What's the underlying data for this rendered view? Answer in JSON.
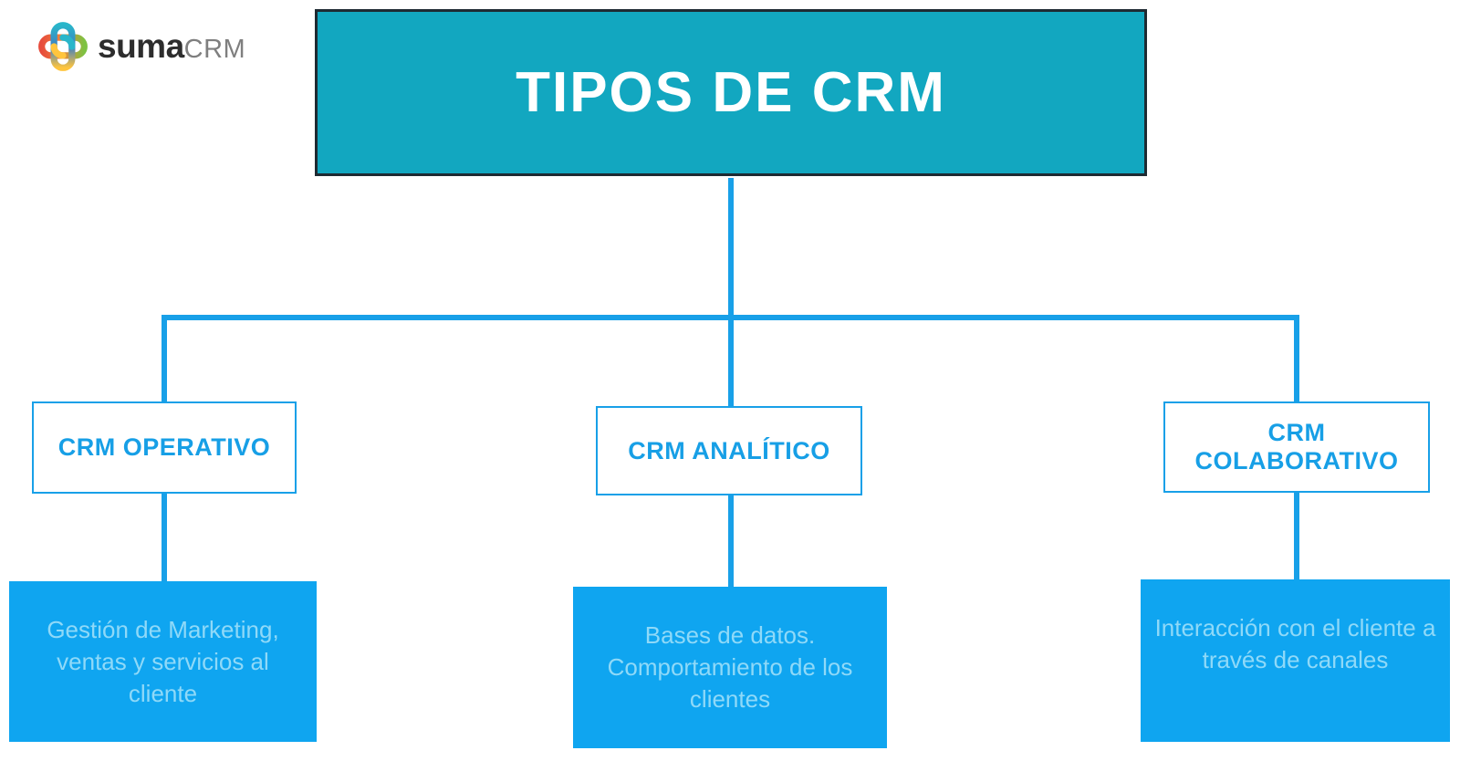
{
  "logo": {
    "brand_bold": "suma",
    "brand_light": "CRM"
  },
  "title": "TIPOS DE CRM",
  "branches": [
    {
      "label": "CRM OPERATIVO",
      "description_lines": [
        "Gestión de Marketing,",
        "ventas y servicios al",
        "cliente"
      ]
    },
    {
      "label": "CRM ANALÍTICO",
      "description_lines": [
        "Bases de datos.",
        "Comportamiento de los",
        "clientes"
      ]
    },
    {
      "label": "CRM COLABORATIVO",
      "description_lines": [
        "Interacción con el cliente a",
        "través de canales"
      ]
    }
  ],
  "colors": {
    "teal": "#12a7c0",
    "title_border": "#1e2a32",
    "connector_blue": "#18a0e8",
    "label_blue": "#179fe6",
    "fill_blue": "#0fa5f0",
    "desc_text": "#8fd9f8",
    "logo_dark": "#2d2d2d",
    "logo_gray": "#7f7f7f"
  }
}
